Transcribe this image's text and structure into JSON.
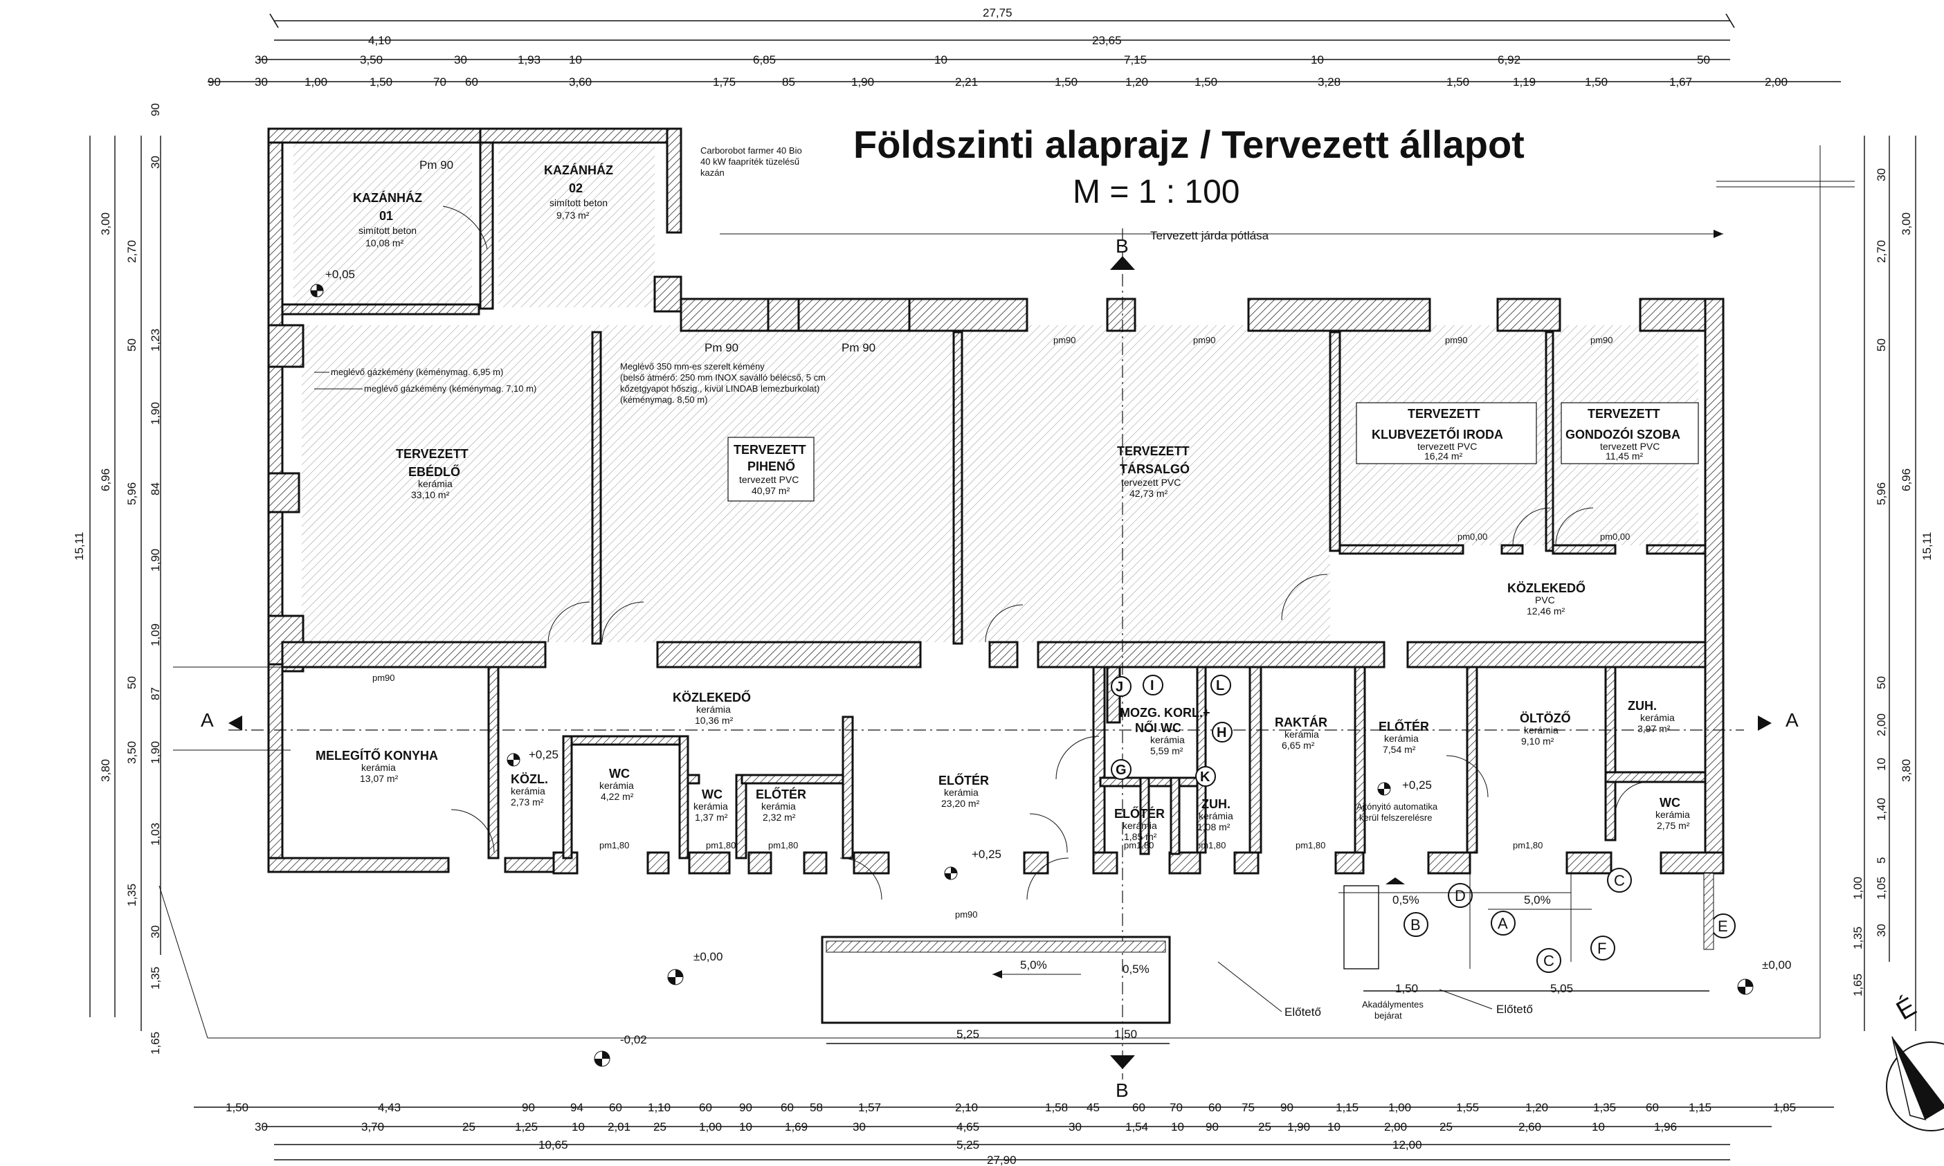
{
  "title": {
    "main": "Földszinti alaprajz / Tervezett állapot",
    "scale": "M = 1 : 100"
  },
  "rooms": [
    {
      "id": "kazanhaz01",
      "name": "KAZÁNHÁZ",
      "num": "01",
      "floor": "simított beton",
      "area": "10,08 m²"
    },
    {
      "id": "kazanhaz02",
      "name": "KAZÁNHÁZ",
      "num": "02",
      "floor": "simított beton",
      "area": "9,73 m²"
    },
    {
      "id": "ebedlo",
      "name1": "TERVEZETT",
      "name2": "EBÉDLŐ",
      "floor": "kerámia",
      "area": "33,10 m²"
    },
    {
      "id": "piheno",
      "name1": "TERVEZETT",
      "name2": "PIHENŐ",
      "floor": "tervezett PVC",
      "area": "40,97 m²"
    },
    {
      "id": "tarsalgo",
      "name1": "TERVEZETT",
      "name2": "TÁRSALGÓ",
      "floor": "tervezett PVC",
      "area": "42,73 m²"
    },
    {
      "id": "iroda",
      "name1": "TERVEZETT",
      "name2": "KLUBVEZETŐI IRODA",
      "floor": "tervezett PVC",
      "area": "16,24 m²"
    },
    {
      "id": "gondozo",
      "name1": "TERVEZETT",
      "name2": "GONDOZÓI SZOBA",
      "floor": "tervezett PVC",
      "area": "11,45 m²"
    },
    {
      "id": "kozlekedo1",
      "name": "KÖZLEKEDŐ",
      "floor": "PVC",
      "area": "12,46 m²"
    },
    {
      "id": "konyha",
      "name": "MELEGÍTŐ KONYHA",
      "floor": "kerámia",
      "area": "13,07 m²"
    },
    {
      "id": "kozl",
      "name": "KÖZL.",
      "floor": "kerámia",
      "area": "2,73 m²"
    },
    {
      "id": "wc1",
      "name": "WC",
      "floor": "kerámia",
      "area": "4,22 m²"
    },
    {
      "id": "kozlekedo2",
      "name": "KÖZLEKEDŐ",
      "floor": "kerámia",
      "area": "10,36 m²"
    },
    {
      "id": "wc2",
      "name": "WC",
      "floor": "kerámia",
      "area": "1,37 m²"
    },
    {
      "id": "eloter1",
      "name": "ELŐTÉR",
      "floor": "kerámia",
      "area": "2,32 m²"
    },
    {
      "id": "eloter2",
      "name": "ELŐTÉR",
      "floor": "kerámia",
      "area": "23,20 m²"
    },
    {
      "id": "mozg",
      "name1": "MOZG. KORL.+",
      "name2": "NŐI WC",
      "floor": "kerámia",
      "area": "5,59 m²"
    },
    {
      "id": "eloter3",
      "name": "ELŐTÉR",
      "floor": "kerámia",
      "area": "1,85 m²"
    },
    {
      "id": "zuh1",
      "name": "ZUH.",
      "floor": "kerámia",
      "area": "1,08 m²"
    },
    {
      "id": "raktar",
      "name": "RAKTÁR",
      "floor": "kerámia",
      "area": "6,65 m²"
    },
    {
      "id": "eloter4",
      "name": "ELŐTÉR",
      "floor": "kerámia",
      "area": "7,54 m²"
    },
    {
      "id": "oltozo",
      "name": "ÖLTÖZŐ",
      "floor": "kerámia",
      "area": "9,10 m²"
    },
    {
      "id": "zuh2",
      "name": "ZUH.",
      "floor": "kerámia",
      "area": "3,97 m²"
    },
    {
      "id": "wc3",
      "name": "WC",
      "floor": "kerámia",
      "area": "2,75 m²"
    }
  ],
  "notes": {
    "boiler": [
      "Carborobot farmer 40 Bio",
      "40 kW faapríték tüzelésű",
      "kazán"
    ],
    "chimney1": "meglévő gázkémény (kéménymag. 6,95 m)",
    "chimney2": "meglévő gázkémény (kéménymag. 7,10 m)",
    "chimney3": [
      "Meglévő 350 mm-es szerelt kémény",
      "(belső átmérő: 250 mm INOX saválló bélécső, 5 cm",
      "kőzetgyapot hőszig., kívül LINDAB lemezburkolat)",
      "(kéménymag. 8,50 m)"
    ],
    "sidewalk": "Tervezett járda pótlása",
    "autodoor": [
      "Ajtónyitó automatika",
      "kerül felszerelésre"
    ],
    "canopy1": "Előtető",
    "canopy2": "Előtető",
    "accessible": [
      "Akadálymentes",
      "bejárat"
    ]
  },
  "levels": {
    "l1": "+0,05",
    "l2": "+0,25",
    "l3": "+0,25",
    "l4": "+0,25",
    "l5": "±0,00",
    "l6": "-0,02",
    "l7": "±0,00"
  },
  "section_labels": {
    "a": "A",
    "b": "B"
  },
  "grid_markers": {
    "a": "A",
    "b": "B",
    "c": "C",
    "d": "D",
    "e": "E",
    "f": "F"
  },
  "equipment": [
    "J",
    "I",
    "L",
    "H",
    "G",
    "K"
  ],
  "north": "É",
  "dims_top": {
    "r1": [
      "27,75"
    ],
    "r2": [
      "4,10",
      "23,65"
    ],
    "r3": [
      "30",
      "3,50",
      "30",
      "1,93",
      "10",
      "6,85",
      "10",
      "7,15",
      "10",
      "6,92",
      "50"
    ],
    "r4": [
      "90",
      "30",
      "1,00",
      "1,50",
      "70",
      "60",
      "3,60",
      "1,75",
      "85",
      "1,90",
      "2,21",
      "1,50",
      "1,20",
      "1,50",
      "3,28",
      "1,50",
      "1,19",
      "1,50",
      "1,67",
      "2,00"
    ]
  },
  "dims_bottom": {
    "r1": [
      "1,50",
      "4,43",
      "90",
      "94",
      "60",
      "1,10",
      "60",
      "90",
      "60",
      "58",
      "1,57",
      "2,10",
      "1,58",
      "45",
      "60",
      "70",
      "60",
      "75",
      "90",
      "1,15",
      "1,00",
      "1,55",
      "1,20",
      "1,35",
      "60",
      "1,15",
      "1,85"
    ],
    "r2": [
      "30",
      "3,70",
      "25",
      "1,25",
      "10",
      "2,01",
      "25",
      "1,00",
      "10",
      "1,69",
      "30",
      "4,65",
      "30",
      "1,54",
      "10",
      "90",
      "25",
      "1,90",
      "10",
      "2,00",
      "25",
      "2,60",
      "10",
      "1,96"
    ],
    "r3": [
      "10,65",
      "5,25",
      "12,00"
    ],
    "r4": [
      "27,90"
    ]
  },
  "dims_left": {
    "r1": [
      "15,11"
    ],
    "r2": [
      "3,00",
      "6,96",
      "3,80"
    ],
    "r3": [
      "90",
      "30",
      "2,70",
      "1,23",
      "1,90",
      "84",
      "1,90",
      "1,09",
      "87",
      "1,90",
      "1,03",
      "1,35",
      "30",
      "1,35",
      "1,65",
      "3,50"
    ],
    "r4": [
      "50",
      "5,96",
      "50"
    ]
  },
  "dims_right": {
    "r1": [
      "15,11"
    ],
    "r2": [
      "3,00",
      "6,96",
      "3,80"
    ],
    "r3": [
      "30",
      "2,70",
      "50",
      "5,96",
      "50",
      "2,00",
      "10",
      "1,40",
      "5",
      "1,05",
      "30",
      "1,65"
    ],
    "r4": [
      "1,00",
      "1,35"
    ]
  },
  "dims_misc": {
    "entrance": "5,25",
    "entrance2": "1,50",
    "ramp1": "5,0%",
    "ramp2": "0,5%",
    "ramp3": "0,5%",
    "ramp4": "5,0%",
    "canopy_w": "5,05",
    "acc_w": "1,50"
  },
  "openings": {
    "pm90": "Pm 90",
    "pm90b": "pm90",
    "pm180": "pm1,80",
    "pm0": "pm0,00"
  }
}
